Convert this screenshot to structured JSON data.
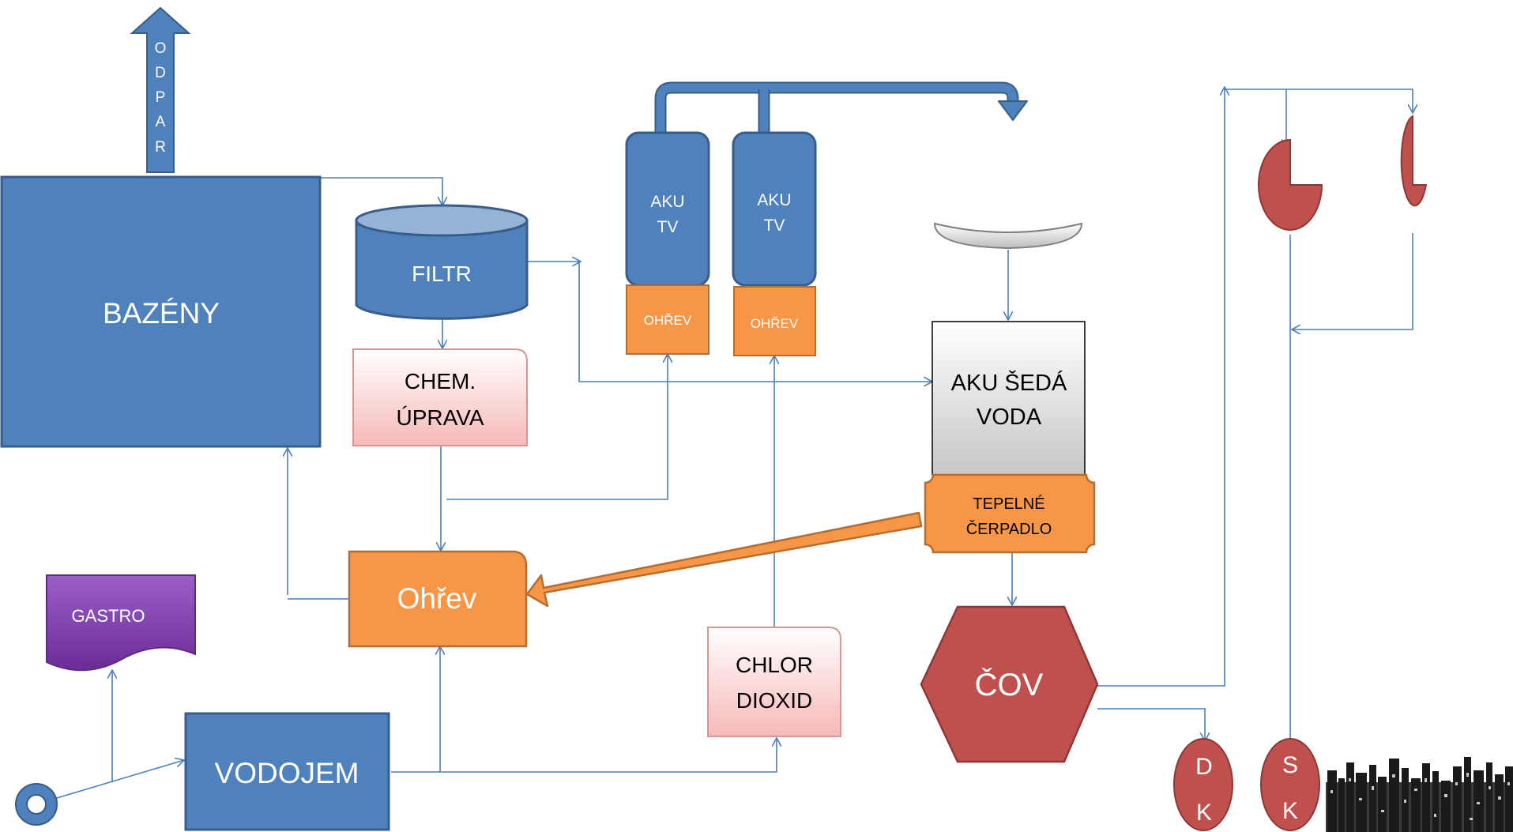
{
  "colors": {
    "blue_fill": "#4f81bd",
    "blue_stroke": "#385d8a",
    "orange_fill": "#f79646",
    "orange_stroke": "#b66d31",
    "red_fill": "#c0504d",
    "red_stroke": "#8c3836",
    "purple_fill": "#7030a0",
    "line_blue": "#4a7ebb"
  },
  "labels": {
    "odpar": [
      "O",
      "D",
      "P",
      "A",
      "R"
    ],
    "bazeny": "BAZÉNY",
    "filtr": "FILTR",
    "chem_line1": "CHEM.",
    "chem_line2": "ÚPRAVA",
    "aku_line1": "AKU",
    "aku_line2": "TV",
    "ohrev_small": "OHŘEV",
    "aku_seda_line1": "AKU ŠEDÁ",
    "aku_seda_line2": "VODA",
    "tepelne_line1": "TEPELNÉ",
    "tepelne_line2": "ČERPADLO",
    "ohrev": "Ohřev",
    "gastro": "GASTRO",
    "vodojem": "VODOJEM",
    "chlor_line1": "CHLOR",
    "chlor_line2": "DIOXID",
    "cov": "ČOV",
    "dk": [
      "D",
      "K"
    ],
    "sk": [
      "S",
      "K"
    ]
  }
}
